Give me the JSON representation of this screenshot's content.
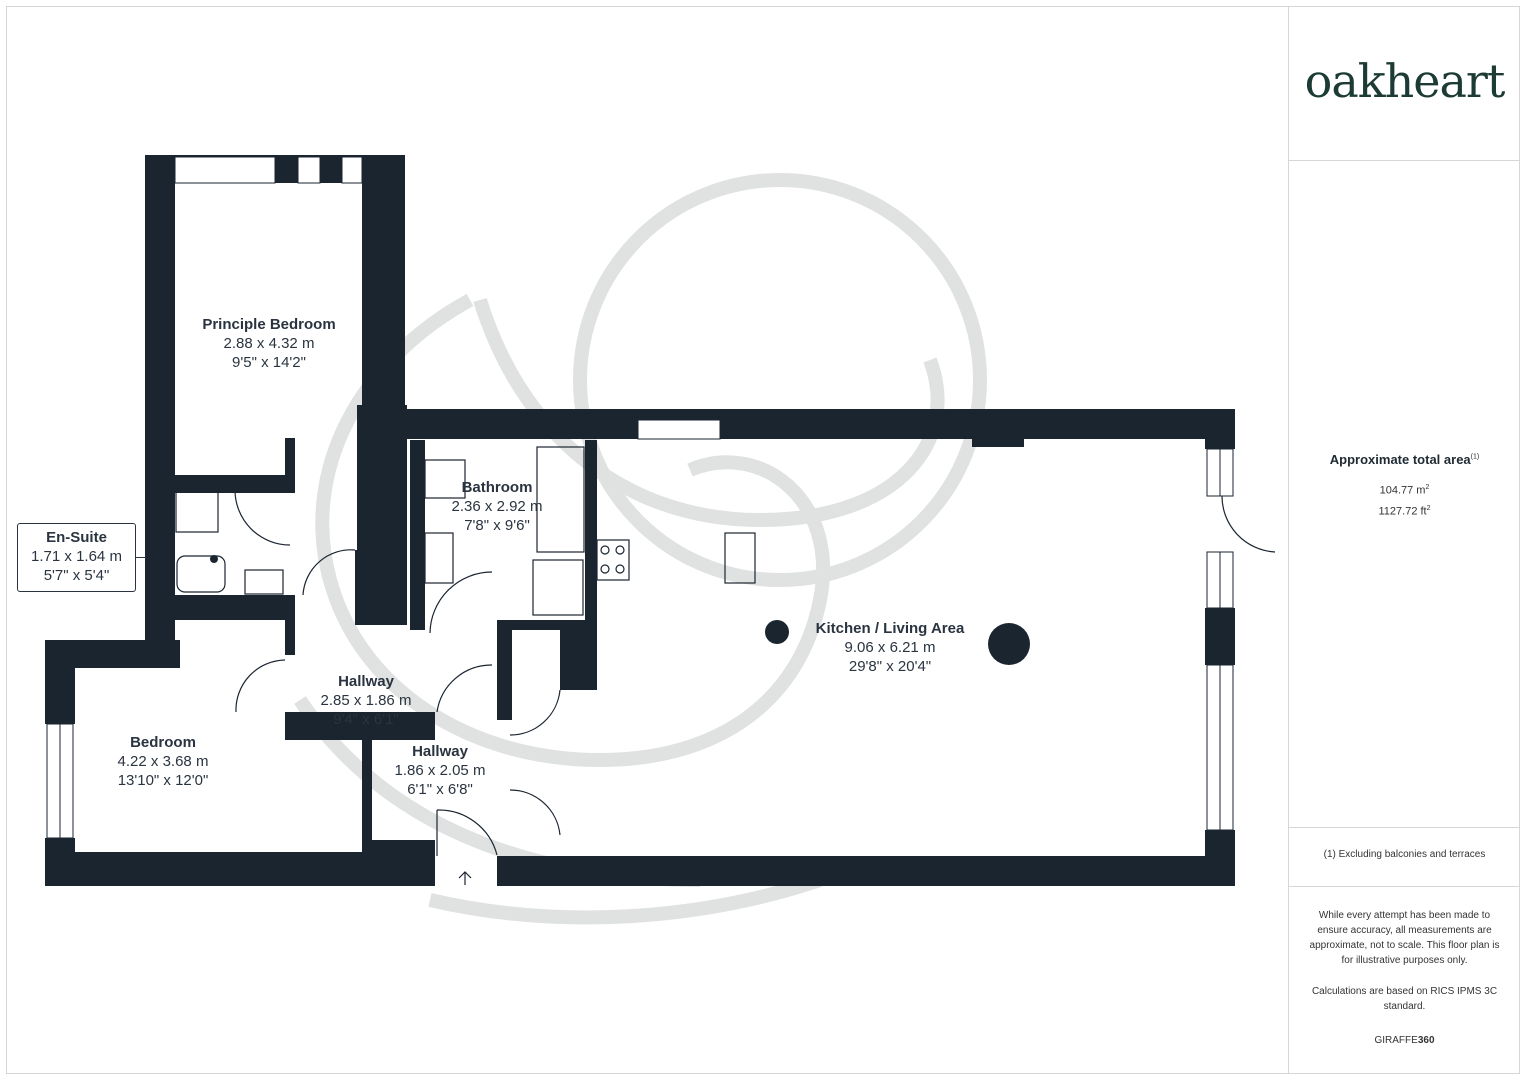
{
  "brand": {
    "logo_text": "oakheart",
    "footer_prefix": "GIRAFFE",
    "footer_suffix": "360"
  },
  "summary": {
    "title": "Approximate total area",
    "title_note": "(1)",
    "area_m2": "104.77 m",
    "area_ft2": "1127.72 ft",
    "sup": "2",
    "footnote": "(1) Excluding balconies and terraces",
    "disclaimer": "While every attempt has been made to ensure accuracy, all measurements are approximate, not to scale. This floor plan is for illustrative purposes only.",
    "calc_note": "Calculations are based on RICS IPMS 3C standard."
  },
  "rooms": {
    "principle_bedroom": {
      "name": "Principle Bedroom",
      "metric": "2.88 x 4.32 m",
      "imperial": "9'5\" x 14'2\""
    },
    "en_suite": {
      "name": "En-Suite",
      "metric": "1.71 x 1.64 m",
      "imperial": "5'7\" x 5'4\""
    },
    "bathroom": {
      "name": "Bathroom",
      "metric": "2.36 x 2.92 m",
      "imperial": "7'8\" x 9'6\""
    },
    "kitchen_living": {
      "name": "Kitchen / Living Area",
      "metric": "9.06 x 6.21 m",
      "imperial": "29'8\" x 20'4\""
    },
    "hallway_1": {
      "name": "Hallway",
      "metric": "2.85 x 1.86 m",
      "imperial": "9'4\" x 6'1\""
    },
    "hallway_2": {
      "name": "Hallway",
      "metric": "1.86 x 2.05 m",
      "imperial": "6'1\" x 6'8\""
    },
    "bedroom": {
      "name": "Bedroom",
      "metric": "4.22 x 3.68 m",
      "imperial": "13'10\" x 12'0\""
    }
  },
  "colors": {
    "wall": "#1b2530",
    "watermark": "#dfe2e0",
    "logo": "#1c3b34"
  }
}
